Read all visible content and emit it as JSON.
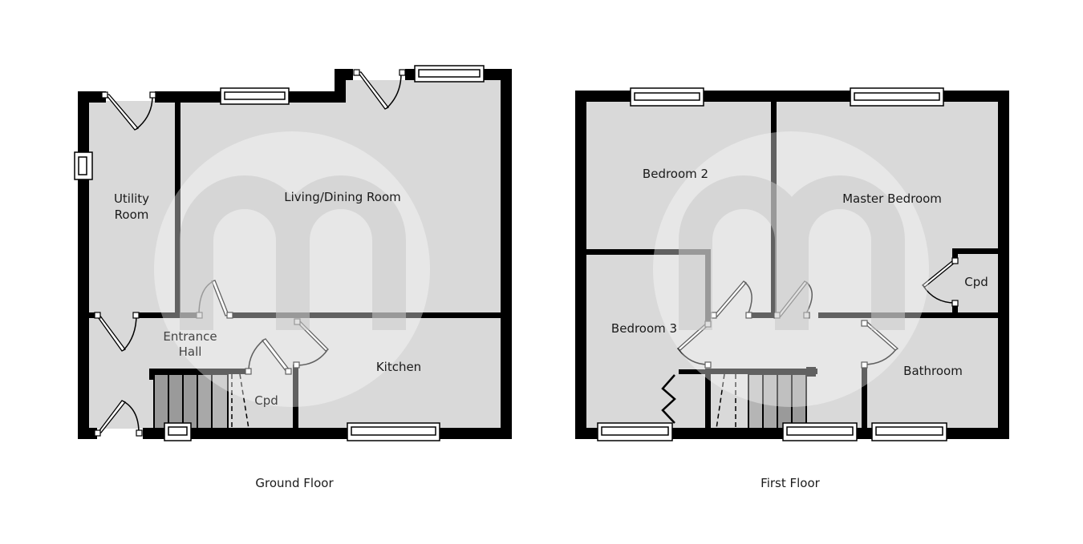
{
  "ground_floor": {
    "label": "Ground Floor",
    "rooms": {
      "utility": [
        "Utility",
        "Room"
      ],
      "living": "Living/Dining Room",
      "hall": [
        "Entrance",
        "Hall"
      ],
      "kitchen": "Kitchen",
      "cupboard": "Cpd"
    }
  },
  "first_floor": {
    "label": "First Floor",
    "rooms": {
      "bedroom2": "Bedroom 2",
      "master": "Master Bedroom",
      "bedroom3": "Bedroom 3",
      "bathroom": "Bathroom",
      "cupboard": "Cpd"
    }
  },
  "colors": {
    "wall": "#000000",
    "room_fill": "#d9d9d9",
    "background": "#ffffff"
  }
}
